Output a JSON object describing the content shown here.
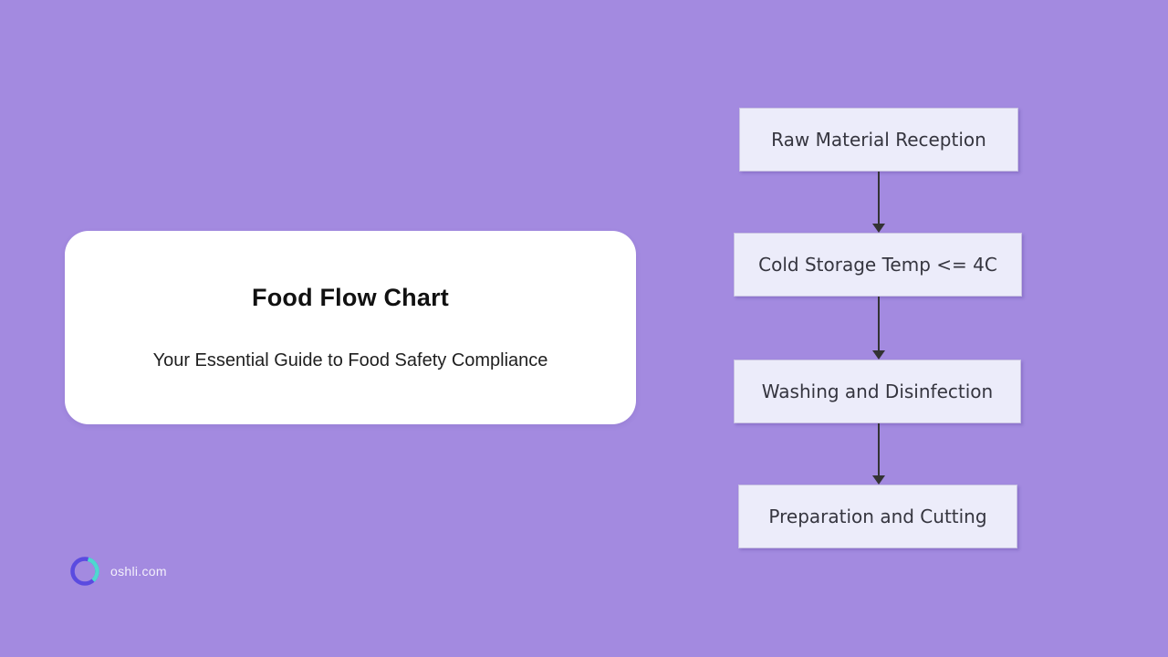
{
  "colors": {
    "background": "#a38ae0",
    "card-bg": "#ffffff",
    "title-text": "#111111",
    "subtitle-text": "#1f1f1f",
    "node-fill": "#ececfa",
    "node-border": "#c9c2e2",
    "node-text": "#35353f",
    "arrow": "#333333",
    "logo-primary": "#5b4be0",
    "logo-accent": "#4fd8cf",
    "brand-text": "#f3f0fb"
  },
  "card": {
    "title": "Food Flow Chart",
    "subtitle": "Your Essential Guide to Food Safety Compliance"
  },
  "flowchart": {
    "type": "flowchart",
    "direction": "top-down",
    "nodes": [
      {
        "label": "Raw Material Reception"
      },
      {
        "label": "Cold Storage Temp <= 4C"
      },
      {
        "label": "Washing and Disinfection"
      },
      {
        "label": "Preparation and Cutting"
      }
    ],
    "edges": [
      {
        "from": 0,
        "to": 1
      },
      {
        "from": 1,
        "to": 2
      },
      {
        "from": 2,
        "to": 3
      }
    ]
  },
  "footer": {
    "brand": "oshli.com"
  }
}
